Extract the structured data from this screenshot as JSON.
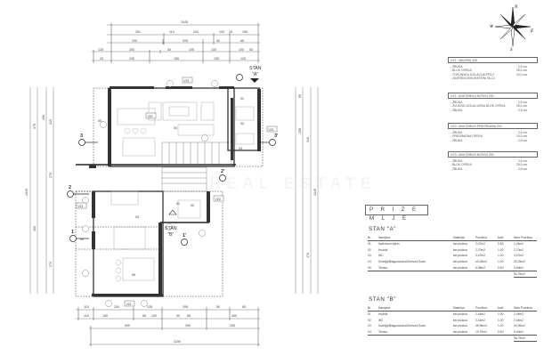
{
  "plan": {
    "title": "PRIZEMLJE",
    "unit_markers": [
      {
        "id": "stan-a",
        "label_line1": "STAN",
        "label_line2": "\"A\""
      },
      {
        "id": "stan-b",
        "label_line1": "STAN",
        "label_line2": "\"B\""
      }
    ],
    "section_markers": [
      "1",
      "1'",
      "2",
      "2'",
      "3",
      "3'"
    ],
    "wall_tags": [
      "VZ1",
      "VZ2",
      "VZ3",
      "VZ4"
    ],
    "room_numbers_a": [
      "01",
      "02",
      "03",
      "04",
      "05"
    ],
    "room_numbers_b": [
      "01",
      "02",
      "03",
      "04"
    ],
    "top_dimensions": {
      "overall": "1045",
      "row1": [
        "251",
        "110",
        "225",
        "100",
        "25",
        "155"
      ],
      "row2": [
        "230",
        "295",
        "50",
        "65"
      ],
      "row3": [
        "125",
        "250",
        "50",
        "105",
        "100",
        "100",
        "50"
      ],
      "row4": [
        "25",
        "230",
        "155",
        "135",
        "125"
      ]
    },
    "bottom_dimensions": {
      "overall": "1195",
      "row1": [
        "115",
        "250",
        "135",
        "295",
        "50",
        "65"
      ],
      "row2": [
        "115",
        "155",
        "85",
        "100",
        "50",
        "85",
        "390"
      ],
      "row3": [
        "500",
        "390",
        "305"
      ]
    },
    "left_dimensions": {
      "overall": "1345",
      "segments": [
        "375",
        "400",
        "75",
        "315",
        "95",
        "270"
      ]
    },
    "right_dimensions": {
      "overall": "1345",
      "segments": [
        "95",
        "250",
        "110",
        "310",
        "265",
        "470"
      ]
    },
    "watermark": "REAL ESTATE"
  },
  "compass": {
    "n": "N",
    "s": "S",
    "e": "E",
    "w": "W"
  },
  "wall_legend": [
    {
      "title": "VZ1: VANJSKI ZID",
      "layers": [
        {
          "name": "- ŽBUKA",
          "value": "2,5 cm"
        },
        {
          "name": "- BLOK OPEKA",
          "value": "25,0 cm"
        },
        {
          "name": "- TOPLINSKA IZOLACIJA EPS-F",
          "value": "10,0 cm"
        },
        {
          "name": "- ZAVRŠNI DEKORATIVNI SLOJ",
          "value": ""
        }
      ]
    },
    {
      "title": "VZ1: UNUTARNJI NOSIVI ZID",
      "layers": [
        {
          "name": "- ŽBUKA",
          "value": "2,5 cm"
        },
        {
          "name": "- ZVUČNO-IZOLACIJSKA BLOK OPEKA",
          "value": "25,0 cm"
        },
        {
          "name": "- ŽBUKA",
          "value": "2,5 cm"
        }
      ]
    },
    {
      "title": "VZ2: UNUTARNJI PREGRADNI ZID",
      "layers": [
        {
          "name": "- ŽBUKA",
          "value": "2,5 cm"
        },
        {
          "name": "- PREGRADNA OPEKA",
          "value": "10,0 cm"
        },
        {
          "name": "- ŽBUKA",
          "value": "2,5 cm"
        }
      ]
    },
    {
      "title": "VZ3: UNUTARNJI NOSIVI ZID",
      "layers": [
        {
          "name": "- ŽBUKA",
          "value": "2,5 cm"
        },
        {
          "name": "- BLOK OPEKA",
          "value": "25,0 cm"
        },
        {
          "name": "- ŽBUKA",
          "value": "2,5 cm"
        }
      ]
    }
  ],
  "schedule": {
    "title": "P R I Z E M L J E",
    "columns": [
      "Br.",
      "Namjena",
      "Materijal",
      "Površina",
      "koef.",
      "Neto Površina"
    ],
    "stan_a": {
      "title": "STAN \"A\"",
      "rows": [
        [
          "01",
          "Natkriveni trijem",
          "ker.pločica",
          "2,47m2",
          "0,50",
          "1,24m2"
        ],
        [
          "02",
          "Hodnik",
          "ker.pločica",
          "2,70m2",
          "1,00",
          "2,70m2"
        ],
        [
          "03",
          "WC",
          "ker.pločica",
          "3,47m2",
          "1,00",
          "3,47m2"
        ],
        [
          "04",
          "Kuhinja/Blagovaonica/Dnevna Soba",
          "ker.pločica",
          "40,25m2",
          "1,00",
          "40,25m2"
        ],
        [
          "05",
          "Terasa",
          "ker.pločica",
          "6,98m2",
          "0,50",
          "3,49m2"
        ]
      ],
      "total": "50,75m2"
    },
    "stan_b": {
      "title": "STAN \"B\"",
      "rows": [
        [
          "01",
          "Hodnik",
          "ker.pločica",
          "2,44m2",
          "1,00",
          "2,44m2"
        ],
        [
          "02",
          "WC",
          "ker.pločica",
          "2,44m2",
          "1,00",
          "2,44m2"
        ],
        [
          "03",
          "Kuhinja/Blagovaonica/Dnevna Soba",
          "ker.pločica",
          "45,96m2",
          "1,00",
          "44,99m2"
        ],
        [
          "04",
          "Terasa",
          "ker.pločica",
          "10,79m2",
          "0,50",
          "5,40m2"
        ]
      ],
      "total": "56,79m2"
    }
  }
}
